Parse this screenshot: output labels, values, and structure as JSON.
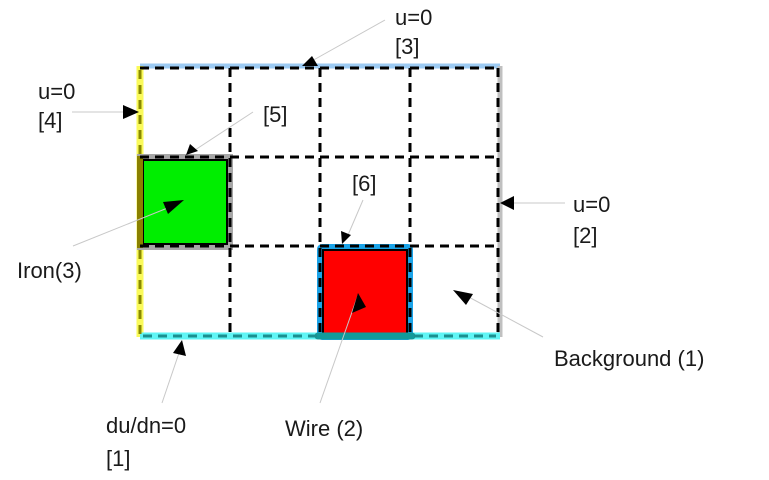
{
  "diagram": {
    "grid": {
      "columns": 4,
      "rows": 3
    },
    "regions": [
      {
        "id": "background",
        "label": "Background (1)",
        "fill": "#ffffff"
      },
      {
        "id": "iron",
        "label": "Iron(3)",
        "fill": "#00ee00",
        "cell": [
          0,
          1
        ],
        "border": "#a6a6a6"
      },
      {
        "id": "wire",
        "label": "Wire (2)",
        "fill": "#ff0000",
        "cell": [
          2,
          2
        ],
        "border": "#1aa3e8"
      }
    ],
    "boundaries": [
      {
        "id": "bottom",
        "line1": "du/dn=0",
        "line2": "[1]",
        "color": "#5ff5f5",
        "dash": "#1a9090"
      },
      {
        "id": "right",
        "line1": "u=0",
        "line2": "[2]",
        "color": "#c0c0c0"
      },
      {
        "id": "top",
        "line1": "u=0",
        "line2": "[3]",
        "color": "#9ccaf2"
      },
      {
        "id": "left",
        "line1": "u=0",
        "line2": "[4]",
        "color": "#fafa5a",
        "dash": "#8a8a00"
      },
      {
        "id": "iron-edge",
        "line2": "[5]"
      },
      {
        "id": "wire-edge",
        "line2": "[6]"
      }
    ],
    "colors": {
      "grid_dash": "#000000",
      "leader": "#c8c8c8",
      "arrow": "#000000",
      "iron_left_edge": "#8a8000",
      "wire_bottom_edge": "#119a9a"
    }
  }
}
